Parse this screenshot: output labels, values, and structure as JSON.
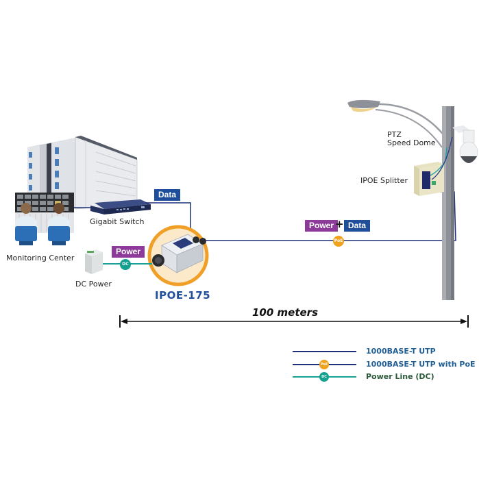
{
  "diagram": {
    "left_panel": {
      "building_label": "Monitoring Center",
      "switch_label": "Gigabit Switch",
      "dc_power_label": "DC Power",
      "device_model": "IPOE-175",
      "data_tag": "Data",
      "power_tag": "Power",
      "dc_badge": "DC"
    },
    "link": {
      "power_tag": "Power",
      "plus": "+",
      "data_tag": "Data",
      "poe_badge": "PoE"
    },
    "remote_site": {
      "camera_label_line1": "PTZ",
      "camera_label_line2": "Speed Dome",
      "splitter_label": "IPOE Splitter"
    },
    "distance": {
      "label": "100 meters"
    },
    "legend": [
      {
        "name": "1000BASE-T UTP",
        "line_color": "#1f2f7a",
        "badge": ""
      },
      {
        "name": "1000BASE-T UTP with PoE",
        "line_color": "#1f2f7a",
        "badge": "PoE",
        "badge_color": "#f0a21c"
      },
      {
        "name": "Power Line (DC)",
        "line_color": "#1aa095",
        "badge": "DC",
        "badge_color": "#14a08f"
      }
    ],
    "colors": {
      "data_blue": "#1f4f9a",
      "power_purple": "#8e3a9a",
      "poe_orange": "#f0a21c",
      "dc_teal": "#14a08f",
      "panel_border": "#8fb0d8",
      "cable": "#1f2f7a"
    }
  }
}
